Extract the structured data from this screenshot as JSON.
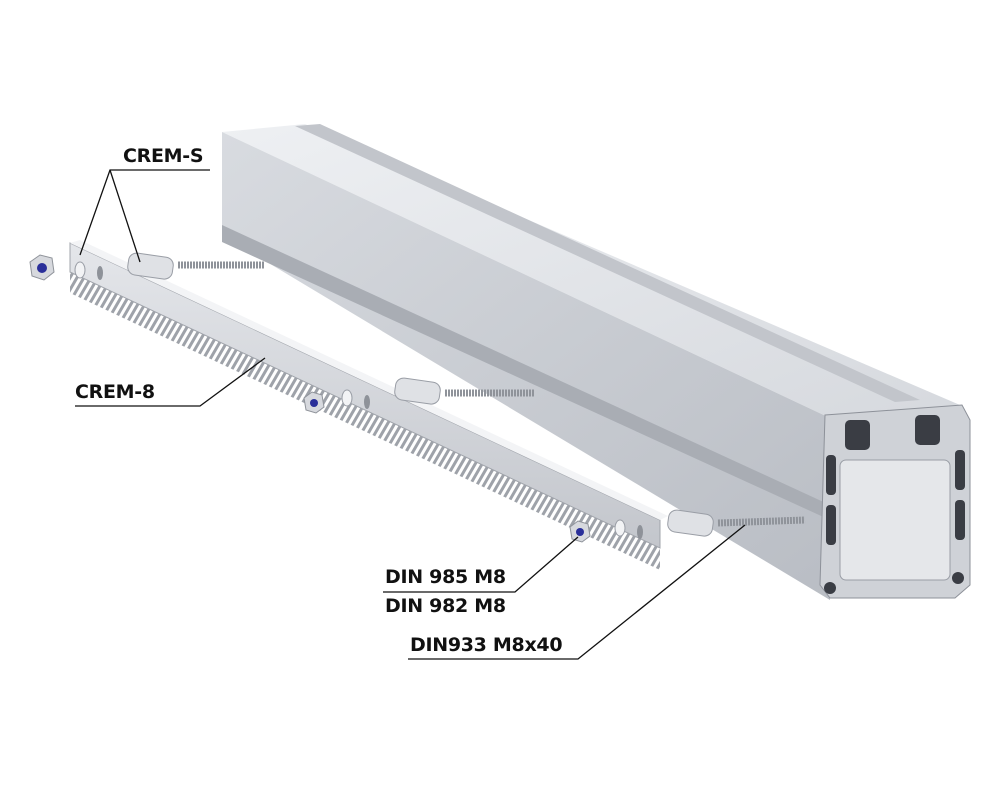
{
  "labels": {
    "crem_s": "CREM-S",
    "crem_8": "CREM-8",
    "din_985": "DIN 985 M8",
    "din_982": "DIN 982 M8",
    "din_933": "DIN933 M8x40"
  },
  "colors": {
    "aluminium_light": "#e6e8ec",
    "aluminium_mid": "#c9ccd2",
    "aluminium_dark": "#9a9ea6",
    "nut_blue": "#2a2f9a",
    "leader": "#111111"
  }
}
